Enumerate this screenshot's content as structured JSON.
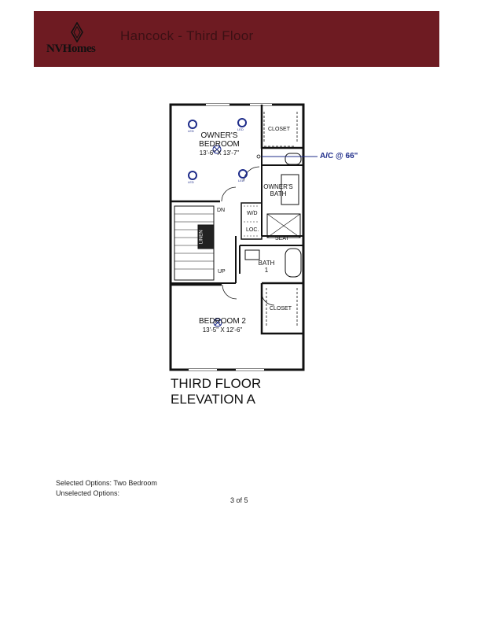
{
  "header": {
    "brand": "NVHomes",
    "title": "Hancock - Third Floor",
    "band_color": "#6e1b22"
  },
  "plan": {
    "rooms": {
      "owners_bedroom": {
        "name_line1": "OWNER'S",
        "name_line2": "BEDROOM",
        "dims": "13'-6\" X 13'-7\""
      },
      "bedroom2": {
        "name": "BEDROOM 2",
        "dims": "13'-5\" X 12'-6\""
      },
      "owners_bath": {
        "line1": "OWNER'S",
        "line2": "BATH"
      },
      "bath1": {
        "line1": "BATH",
        "line2": "1"
      }
    },
    "labels": {
      "closet_top": "CLOSET",
      "closet_bottom": "CLOSET",
      "wd": "W/D",
      "loc": "LOC.",
      "seat": "SEAT",
      "linen": "LINEN",
      "dn": "DN",
      "up": "UP",
      "led": "LED"
    },
    "callout": {
      "text": "A/C @ 66\"",
      "color": "#1f2d8a"
    }
  },
  "floor_title": {
    "line1": "THIRD FLOOR",
    "line2": "ELEVATION A"
  },
  "options": {
    "selected": "Selected Options: Two Bedroom",
    "unselected": "Unselected Options:"
  },
  "page": {
    "number": "3 of 5"
  }
}
